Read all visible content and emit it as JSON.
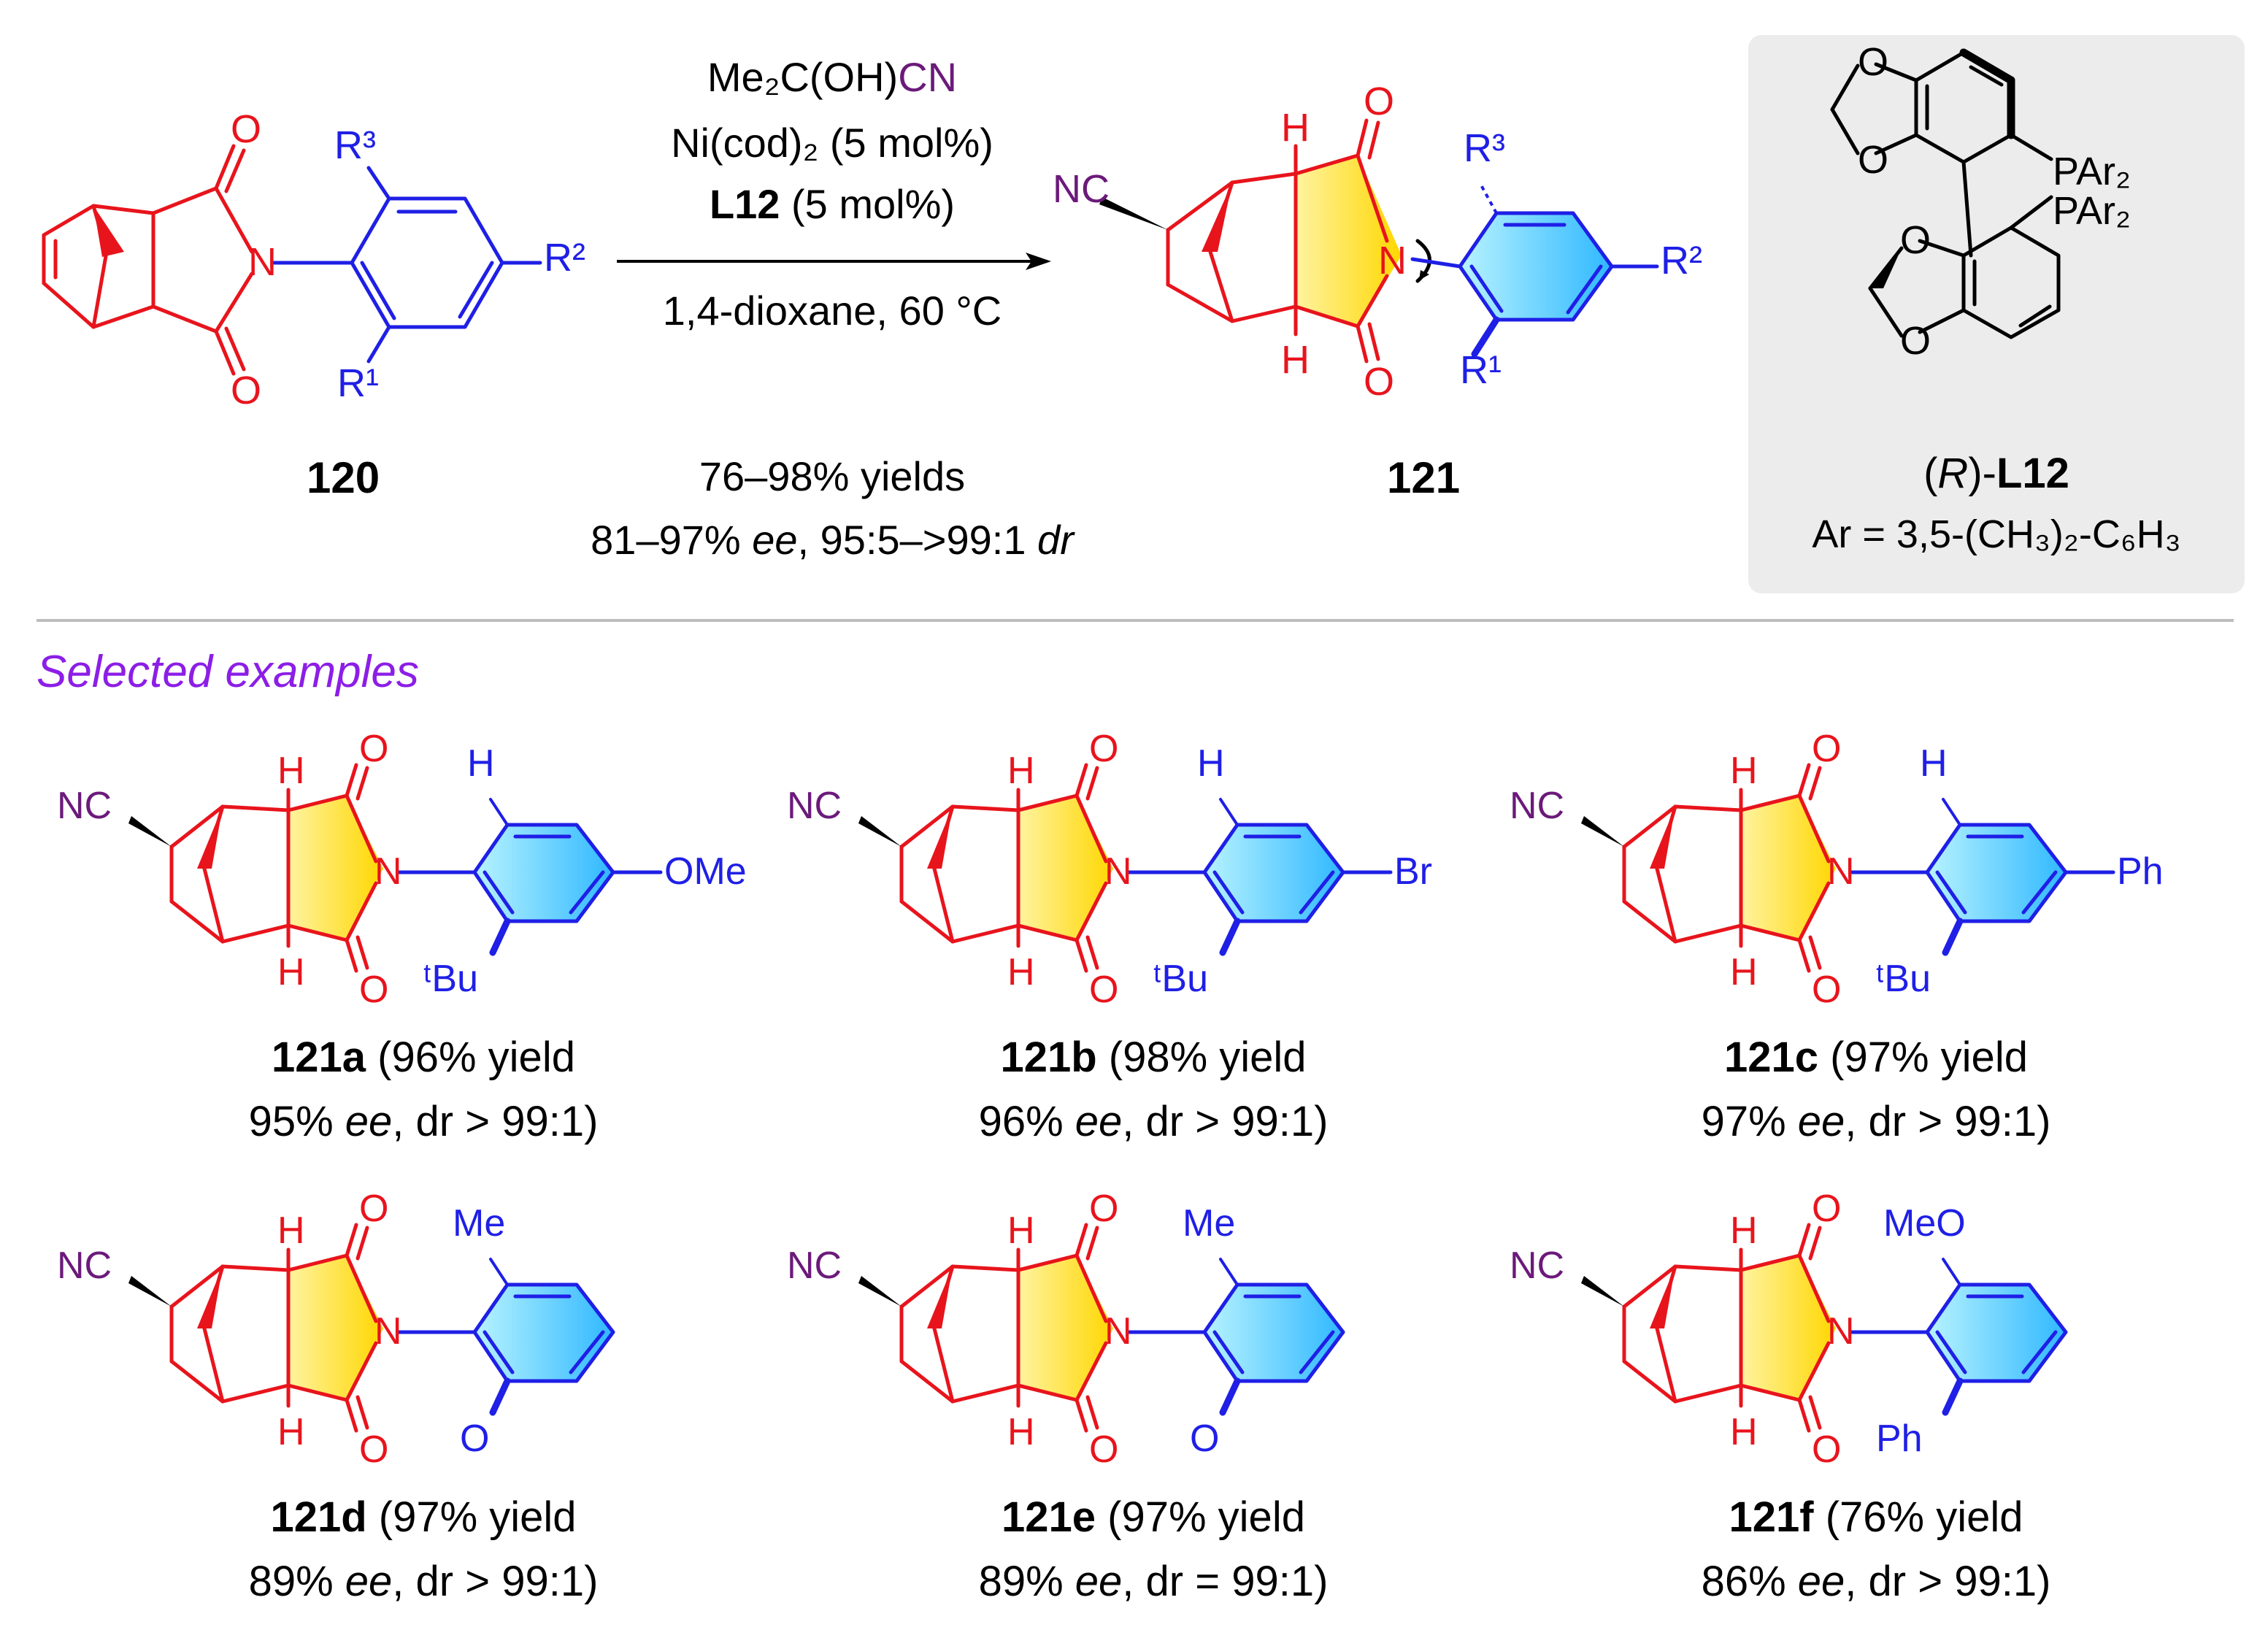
{
  "scheme": {
    "reagents": {
      "line1": "Me₂C(OH)",
      "line1_cn": "CN",
      "line2": "Ni(cod)₂ (5 mol%)",
      "line3_bold": "L12",
      "line3_rest": " (5 mol%)",
      "solvent": "1,4-dioxane, 60 °C"
    },
    "outcome": {
      "yields": "76–98% yields",
      "ee_prefix": "81–97% ",
      "ee_word": "ee",
      "dr_text": ", 95:5–>99:1 ",
      "dr_word": "dr"
    },
    "substrate": {
      "id": "120",
      "o_top": "O",
      "o_bottom": "O",
      "n": "N",
      "r1": "R¹",
      "r2": "R²",
      "r3": "R³"
    },
    "product": {
      "id": "121",
      "nc": "NC",
      "h_top": "H",
      "h_bottom": "H",
      "o_top": "O",
      "o_bottom": "O",
      "n": "N",
      "r1": "R¹",
      "r2": "R²",
      "r3": "R³"
    },
    "ligand": {
      "o1": "O",
      "o2": "O",
      "o3": "O",
      "o4": "O",
      "p1": "PAr₂",
      "p2": "PAr₂",
      "name_prefix": "(",
      "name_r": "R",
      "name_mid": ")-",
      "name_bold": "L12",
      "ar_def": "Ar = 3,5-(CH₃)₂-C₆H₃"
    }
  },
  "selected_header": "Selected examples",
  "examples": [
    {
      "id": "121a",
      "yield": " (96% yield",
      "ee": "95% ",
      "dr": ", dr > 99:1)",
      "top": "H",
      "bottom": "ᵗBu",
      "para": "OMe"
    },
    {
      "id": "121b",
      "yield": " (98% yield",
      "ee": "96% ",
      "dr": ", dr > 99:1)",
      "top": "H",
      "bottom": "ᵗBu",
      "para": "Br"
    },
    {
      "id": "121c",
      "yield": " (97% yield",
      "ee": "97% ",
      "dr": ", dr > 99:1)",
      "top": "H",
      "bottom": "ᵗBu",
      "para": "Ph"
    },
    {
      "id": "121d",
      "yield": " (97% yield",
      "ee": "89% ",
      "dr": ", dr > 99:1)",
      "top": "Me",
      "bottom": "O",
      "para": ""
    },
    {
      "id": "121e",
      "yield": " (97% yield",
      "ee": "89% ",
      "dr": ", dr = 99:1)",
      "top": "Me",
      "bottom": "O",
      "para": ""
    },
    {
      "id": "121f",
      "yield": " (76% yield",
      "ee": "86% ",
      "dr": ", dr > 99:1)",
      "top": "MeO",
      "bottom": "Ph",
      "para": ""
    }
  ],
  "common": {
    "nc": "NC",
    "h": "H",
    "o": "O",
    "n": "N",
    "ee_word": "ee"
  },
  "colors": {
    "red": "#e8141c",
    "blue": "#1f1fe6",
    "purple": "#6b1a7a",
    "header": "#8c1ee6",
    "ligand_bg": "#ececec"
  }
}
